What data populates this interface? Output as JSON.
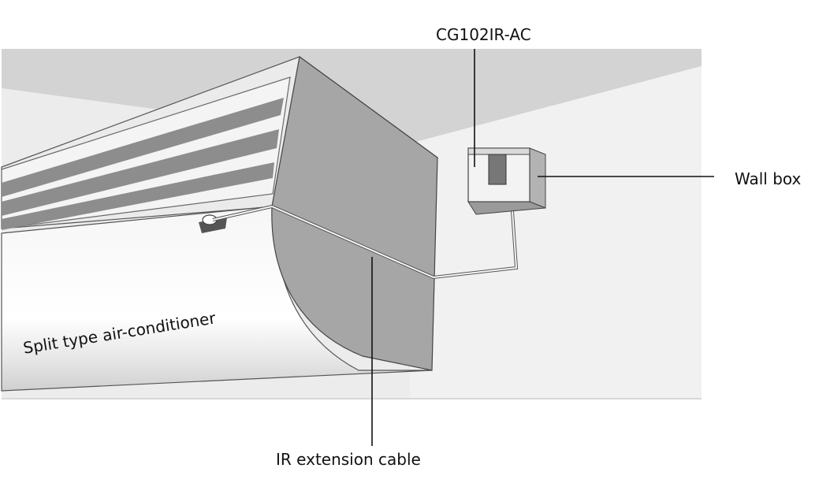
{
  "labels": {
    "model": "CG102IR-AC",
    "wall_box": "Wall box",
    "cable": "IR extension cable",
    "air_conditioner": "Split type air-conditioner"
  },
  "colors": {
    "ceiling": "#d2d2d2",
    "wall": "#f0f0f0",
    "ac_side": "#a5a5a5",
    "ac_body": "#e8e8e8",
    "leader": "#111111"
  }
}
